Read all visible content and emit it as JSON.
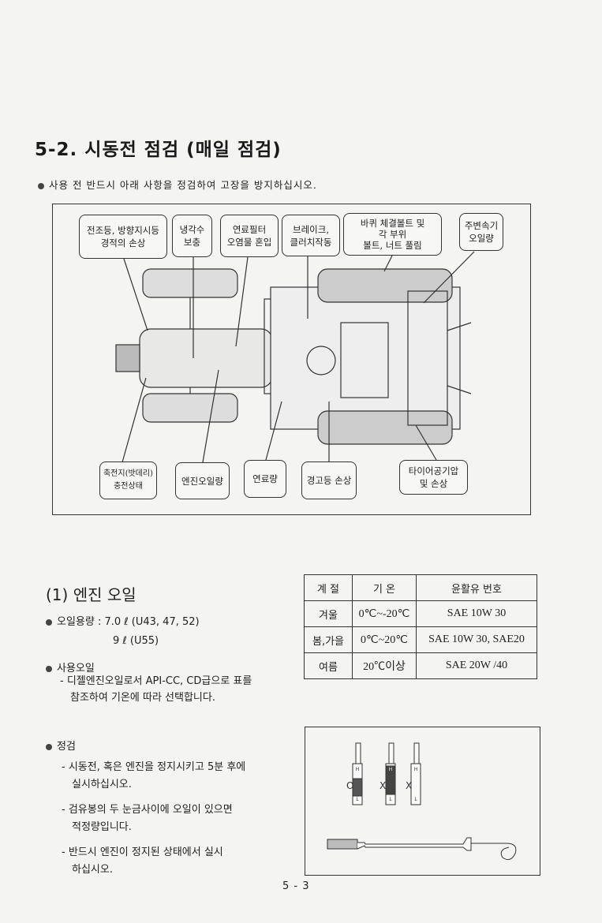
{
  "title": "5-2. 시동전 점검 (매일 점검)",
  "intro": "사용 전 반드시 아래 사항을 정검하여 고장을 방지하십시오.",
  "diagram": {
    "top_callouts": [
      {
        "lines": [
          "전조등, 방향지시등",
          "경적의 손상"
        ]
      },
      {
        "lines": [
          "냉각수",
          "보충"
        ]
      },
      {
        "lines": [
          "연료필터",
          "오염물 혼입"
        ]
      },
      {
        "lines": [
          "브레이크,",
          "클러치작동"
        ]
      },
      {
        "lines": [
          "바퀴 체결볼트 및",
          "각 부위",
          "볼트, 너트 풀림"
        ]
      },
      {
        "lines": [
          "주변속기",
          "오일량"
        ]
      }
    ],
    "bottom_callouts": [
      {
        "lines": [
          "축전지(밧데리)",
          "충전상태"
        ]
      },
      {
        "lines": [
          "엔진오일량"
        ]
      },
      {
        "lines": [
          "연료량"
        ]
      },
      {
        "lines": [
          "경고등 손상"
        ]
      },
      {
        "lines": [
          "타이어공기압",
          "및 손상"
        ]
      }
    ]
  },
  "engine_oil": {
    "heading": "(1) 엔진 오일",
    "capacity_label": "오일용량 : 7.0 ℓ (U43, 47, 52)",
    "capacity_alt": "9 ℓ (U55)",
    "oil_type_label": "사용오일",
    "oil_type_desc": [
      "- 디젤엔진오일로서 API-CC, CD급으로 표를",
      "참조하여 기온에 따라 선택합니다."
    ],
    "inspection_label": "정검",
    "inspection_items": [
      [
        "- 시동전, 혹은 엔진을 정지시키고 5분 후에",
        "실시하십시오."
      ],
      [
        "- 검유봉의 두 눈금사이에 오일이 있으면",
        "적정량입니다."
      ],
      [
        "- 반드시 엔진이 정지된 상태에서 실시",
        "하십시오."
      ]
    ]
  },
  "oil_table": {
    "headers": [
      "계 절",
      "기 온",
      "윤활유 번호"
    ],
    "rows": [
      [
        "겨울",
        "0℃~-20℃",
        "SAE 10W 30"
      ],
      [
        "봄,가을",
        "0℃~20℃",
        "SAE 10W 30, SAE20"
      ],
      [
        "여름",
        "20℃이상",
        "SAE 20W /40"
      ]
    ]
  },
  "dipstick": {
    "marks": [
      "O",
      "X",
      "X"
    ],
    "high": "H",
    "low": "L"
  },
  "page_number": "5 - 3"
}
